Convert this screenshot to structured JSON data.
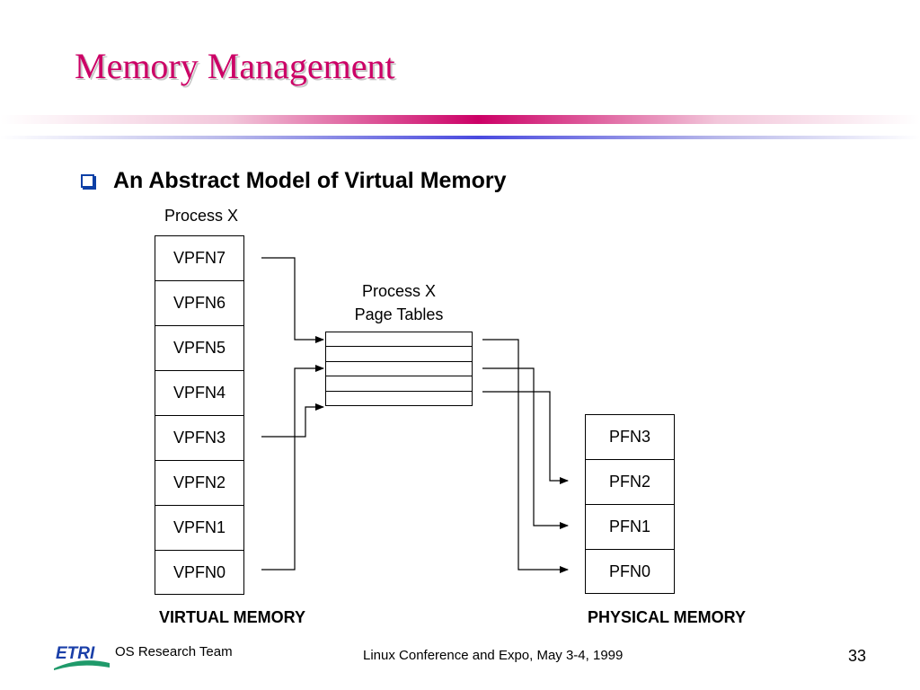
{
  "slide": {
    "title": "Memory Management",
    "bullet": "An Abstract Model of Virtual Memory"
  },
  "diagram": {
    "virtual_stack_title": "Process X",
    "virtual_cells": [
      "VPFN7",
      "VPFN6",
      "VPFN5",
      "VPFN4",
      "VPFN3",
      "VPFN2",
      "VPFN1",
      "VPFN0"
    ],
    "virtual_label": "VIRTUAL MEMORY",
    "page_tables_title_line1": "Process X",
    "page_tables_title_line2": "Page Tables",
    "physical_cells": [
      "PFN3",
      "PFN2",
      "PFN1",
      "PFN0"
    ],
    "physical_label": "PHYSICAL MEMORY"
  },
  "footer": {
    "logo_text": "ETRI",
    "team": "OS Research Team",
    "event": "Linux Conference and Expo, May 3-4, 1999",
    "page_number": "33"
  },
  "colors": {
    "title": "#cc0066",
    "bullet": "#0b3fa6",
    "logo_blue": "#1a3fa8",
    "logo_green": "#1f9a6a"
  }
}
